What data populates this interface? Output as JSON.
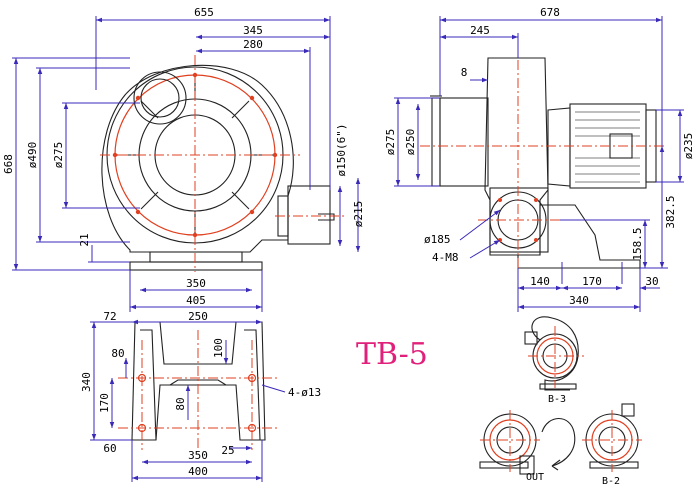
{
  "model": "TB-5",
  "colors": {
    "dimension": "#3a2ab8",
    "centerline": "#e04020",
    "title": "#e0207a",
    "outline": "#222222"
  },
  "front_view": {
    "top_dims": [
      "655",
      "345",
      "280"
    ],
    "left_dims": [
      "668",
      "ø490",
      "ø275",
      "21"
    ],
    "right_dims": [
      "ø150(6\")",
      "ø215"
    ],
    "bottom_dims": [
      "350",
      "405"
    ]
  },
  "side_view": {
    "top_dims": [
      "678",
      "245",
      "8"
    ],
    "left_dims": [
      "ø275",
      "ø250"
    ],
    "right_dims": [
      "ø235",
      "382.5",
      "158.5"
    ],
    "callouts": [
      "ø185",
      "4-M8"
    ],
    "bottom_dims": [
      "140",
      "170",
      "30",
      "340"
    ]
  },
  "base_view": {
    "top_dims": [
      "72",
      "250"
    ],
    "left_dims": [
      "80",
      "340",
      "170",
      "60"
    ],
    "inner_dims": [
      "100",
      "80",
      "25"
    ],
    "hole_callout": "4-ø13",
    "bottom_dims": [
      "350",
      "400"
    ]
  },
  "orientation_views": {
    "labels": [
      "B-3",
      "OUT",
      "B-2"
    ]
  }
}
